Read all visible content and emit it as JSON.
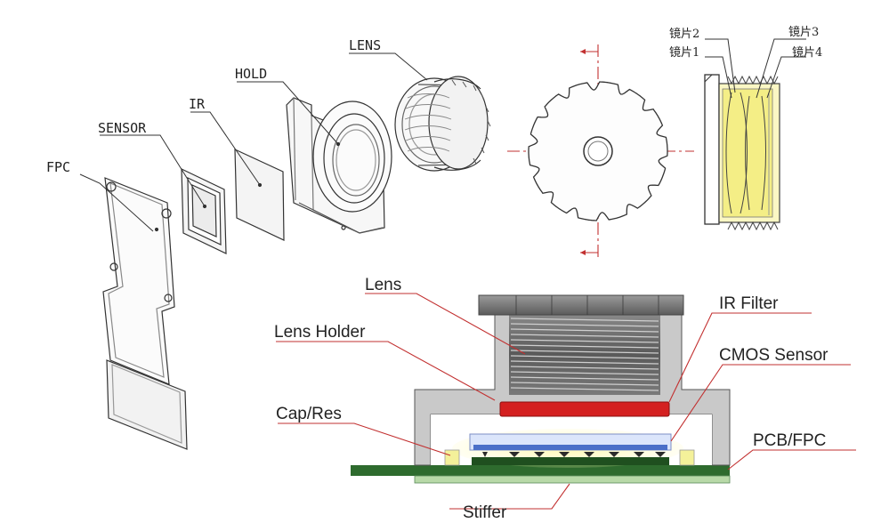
{
  "exploded_view": {
    "labels": {
      "fpc": "FPC",
      "sensor": "SENSOR",
      "ir": "IR",
      "hold": "HOLD",
      "lens": "LENS"
    }
  },
  "lens_detail": {
    "labels": {
      "lens_1": "镜片1",
      "lens_2": "镜片2",
      "lens_3": "镜片3",
      "lens_4": "镜片4"
    }
  },
  "cross_section": {
    "labels": {
      "lens": "Lens",
      "lens_holder": "Lens Holder",
      "cap_res": "Cap/Res",
      "stiffer": "Stiffer",
      "ir_filter": "IR Filter",
      "cmos_sensor": "CMOS Sensor",
      "pcb_fpc": "PCB/FPC"
    },
    "colors": {
      "ir_filter": "#d42020",
      "pcb": "#2e6b2e",
      "stiffener": "#b8d9a8",
      "cap_res": "#f4f19a",
      "sensor_glass": "#4a6fc8",
      "holder": "#c9c9c9"
    }
  }
}
